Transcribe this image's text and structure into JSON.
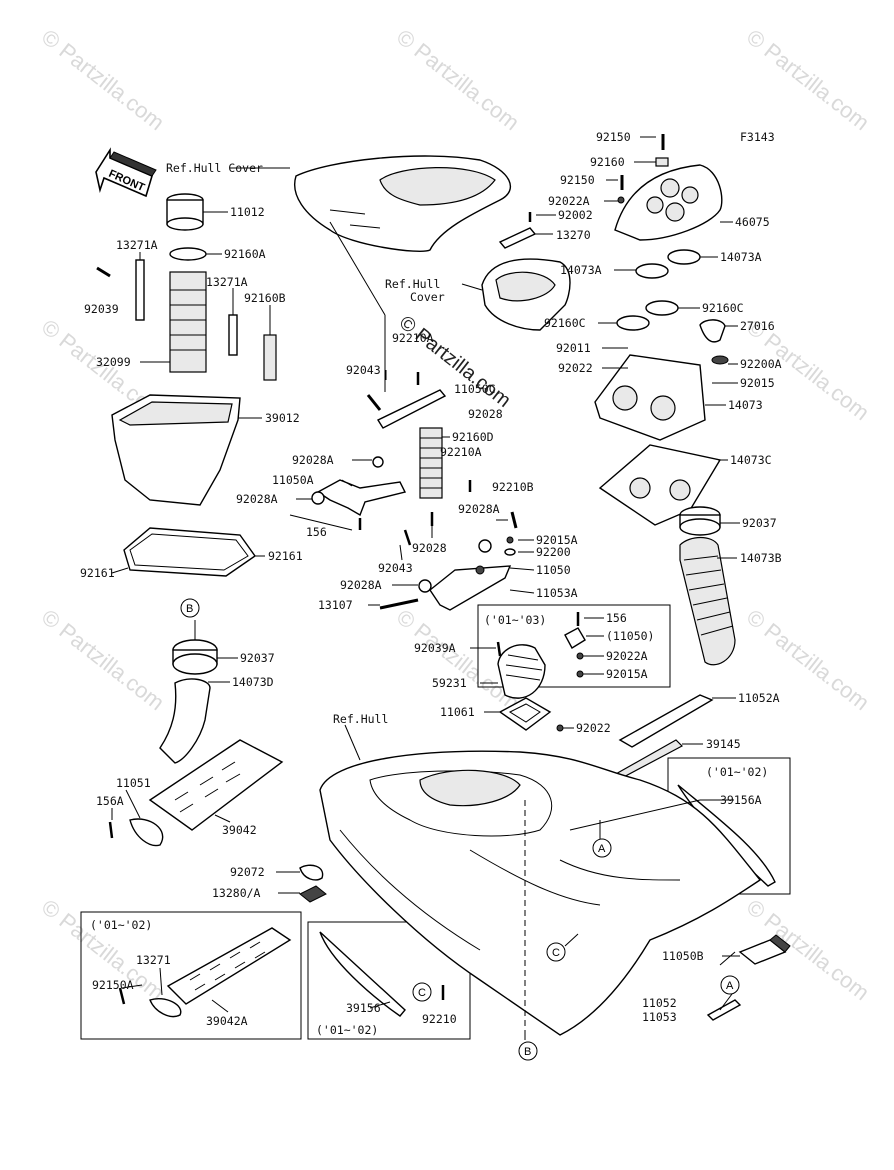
{
  "figure_code": "F3143",
  "watermark": "© Partzilla.com",
  "front_label": "FRONT",
  "refs": {
    "hull_cover_top": "Ref.Hull Cover",
    "hull_cover_mid_1": "Ref.Hull",
    "hull_cover_mid_2": "Cover",
    "hull": "Ref.Hull"
  },
  "year_ranges": {
    "box_right_mid": "('01~'03)",
    "box_right_lower": "('01~'02)",
    "box_bottom_left": "('01~'02)",
    "box_bottom_center": "('01~'02)"
  },
  "callouts": {
    "a": "A",
    "b": "B",
    "c": "C"
  },
  "parts": {
    "p92150_top": "92150",
    "p92160": "92160",
    "p92150_2": "92150",
    "p92022A_top": "92022A",
    "p92002": "92002",
    "p46075": "46075",
    "p13270": "13270",
    "p14073A_l": "14073A",
    "p14073A_r": "14073A",
    "p92160C_l": "92160C",
    "p92160C_r": "92160C",
    "p27016": "27016",
    "p92011": "92011",
    "p92200A": "92200A",
    "p92022_r": "92022",
    "p92015": "92015",
    "p14073": "14073",
    "p14073C": "14073C",
    "p92037_r": "92037",
    "p14073B": "14073B",
    "p11012": "11012",
    "p13271A_1": "13271A",
    "p92160A": "92160A",
    "p13271A_2": "13271A",
    "p92039": "92039",
    "p92160B": "92160B",
    "p32099": "32099",
    "p39012": "39012",
    "p92161_r": "92161",
    "p92161_l": "92161",
    "p92210A_top": "92210A",
    "p92043_top": "92043",
    "p11050C": "11050C",
    "p92028": "92028",
    "p92160D": "92160D",
    "p92028A_1": "92028A",
    "p92210A_2": "92210A",
    "p11050A": "11050A",
    "p92028A_2": "92028A",
    "p92210B": "92210B",
    "p92028A_3": "92028A",
    "p156": "156",
    "p92015A": "92015A",
    "p92200": "92200",
    "p92043_2": "92043",
    "p92028_2": "92028",
    "p11050": "11050",
    "p92028A_4": "92028A",
    "p11053A": "11053A",
    "p13107": "13107",
    "p156_box": "156",
    "p11050_box": "(11050)",
    "p92022A_box": "92022A",
    "p92015A_box": "92015A",
    "p92039A": "92039A",
    "p59231": "59231",
    "p11061": "11061",
    "p92022_mid": "92022",
    "p11052A": "11052A",
    "p39145": "39145",
    "p39156A": "39156A",
    "p92037_l": "92037",
    "p14073D": "14073D",
    "p11051": "11051",
    "p156A": "156A",
    "p39042": "39042",
    "p92072": "92072",
    "p13280A": "13280/A",
    "p13271": "13271",
    "p92150A": "92150A",
    "p39042A": "39042A",
    "p39156": "39156",
    "p92210": "92210",
    "p11050B": "11050B",
    "p11052": "11052",
    "p11053": "11053"
  }
}
